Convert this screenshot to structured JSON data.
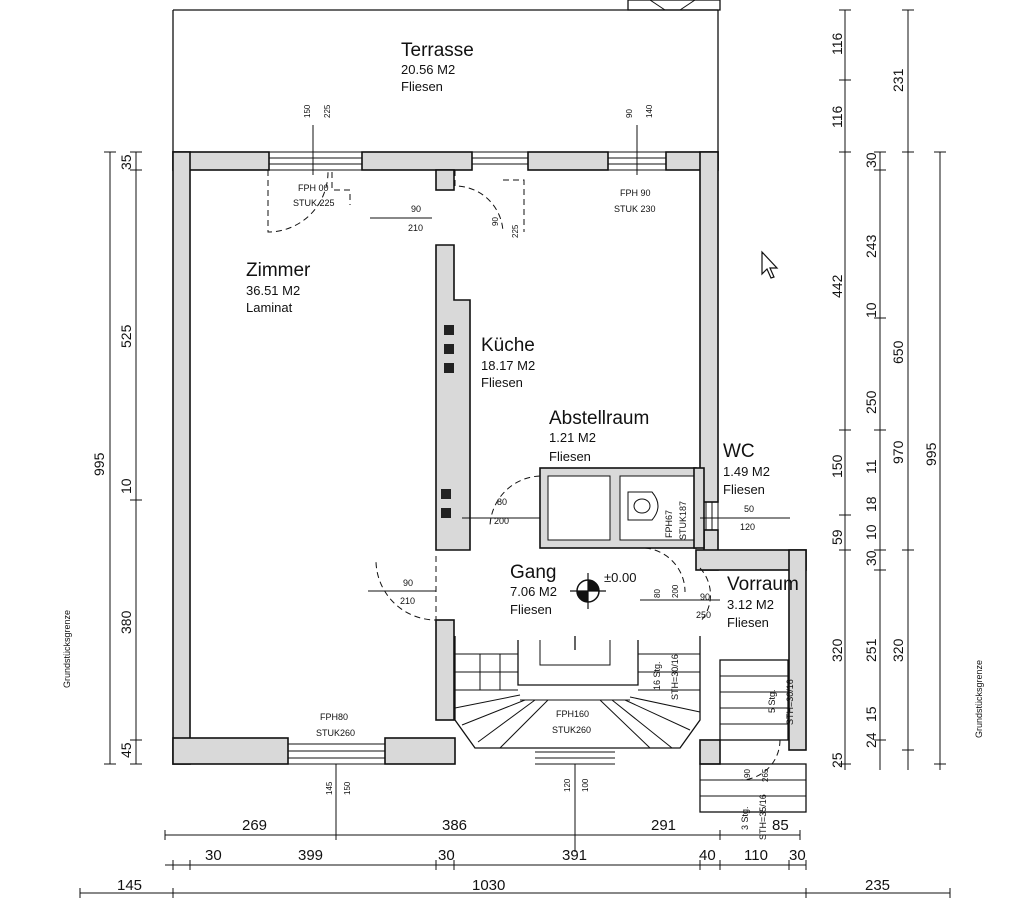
{
  "rooms": {
    "terrasse": {
      "name": "Terrasse",
      "area": "20.56 M2",
      "floor": "Fliesen"
    },
    "zimmer": {
      "name": "Zimmer",
      "area": "36.51 M2",
      "floor": "Laminat"
    },
    "kueche": {
      "name": "Küche",
      "area": "18.17 M2",
      "floor": "Fliesen"
    },
    "abstellraum": {
      "name": "Abstellraum",
      "area": "1.21 M2",
      "floor": "Fliesen"
    },
    "wc": {
      "name": "WC",
      "area": "1.49 M2",
      "floor": "Fliesen"
    },
    "gang": {
      "name": "Gang",
      "area": "7.06 M2",
      "floor": "Fliesen"
    },
    "vorraum": {
      "name": "Vorraum",
      "area": "3.12 M2",
      "floor": "Fliesen"
    }
  },
  "level_mark": "±0.00",
  "window_labels": {
    "zimmer_top": [
      "FPH 00",
      "STUK 225"
    ],
    "kueche_top": [
      "FPH 90",
      "STUK 230"
    ],
    "zimmer_bottom": [
      "FPH80",
      "STUK260"
    ],
    "stair_bottom": [
      "FPH160",
      "STUK260"
    ],
    "wc_side": [
      "FPH67",
      "STUK187"
    ]
  },
  "opening_labels": {
    "terrasse_left": [
      "150",
      "225"
    ],
    "terrasse_right": [
      "90",
      "140"
    ],
    "door_zimmer_top": [
      "90",
      "210"
    ],
    "door_kueche_top": [
      "90",
      "225"
    ],
    "door_abstell": [
      "80",
      "200"
    ],
    "door_zimmer_gang": [
      "90",
      "210"
    ],
    "door_gang_right": [
      "80",
      "200"
    ],
    "door_vorraum": [
      "90",
      "250"
    ],
    "door_wc": [
      "50",
      "120"
    ],
    "bottom_zimmer": [
      "145",
      "150"
    ],
    "bottom_stair": [
      "120",
      "100"
    ],
    "entry_steps": [
      "90",
      "265"
    ]
  },
  "stairs": {
    "main": [
      "16 Stg.",
      "STH=30/16"
    ],
    "vorraum": [
      "5 Stg.",
      "STH=30/16"
    ],
    "entry": [
      "3 Stg.",
      "STH=35/16"
    ]
  },
  "boundary_label": "Grundstücksgrenze",
  "dims": {
    "bottom_row1": [
      "269",
      "386",
      "291",
      "85"
    ],
    "bottom_row2": [
      "30",
      "399",
      "30",
      "391",
      "40",
      "110",
      "30"
    ],
    "bottom_row3": [
      "145",
      "1030",
      "235"
    ],
    "left_inner": [
      "35",
      "525",
      "10",
      "380",
      "45"
    ],
    "left_outer": "995",
    "right_a": [
      "116",
      "116",
      "442",
      "150",
      "59",
      "320",
      "25"
    ],
    "right_b": [
      "30",
      "243",
      "10",
      "250",
      "11",
      "18",
      "10",
      "30",
      "251",
      "15",
      "24"
    ],
    "right_c": [
      "231",
      "650",
      "970",
      "320"
    ],
    "right_d": "995"
  }
}
